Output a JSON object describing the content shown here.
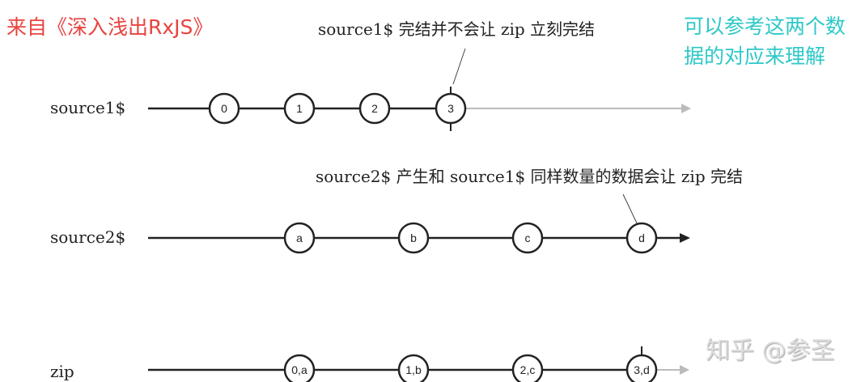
{
  "header": {
    "source_note": "来自《深入浅出RxJS》",
    "side_note": "可以参考这两个数据的对应来理解"
  },
  "annotations": {
    "a1": "source1$ 完结并不会让 zip 立刻完结",
    "a2": "source2$ 产生和 source1$ 同样数量的数据会让 zip 完结"
  },
  "streams": [
    {
      "label": "source1$",
      "values": [
        "0",
        "1",
        "2",
        "3"
      ]
    },
    {
      "label": "source2$",
      "values": [
        "a",
        "b",
        "c",
        "d"
      ]
    },
    {
      "label": "zip",
      "values": [
        "0,a",
        "1,b",
        "2,c",
        "3,d"
      ]
    }
  ],
  "watermark": "知乎 @参圣"
}
